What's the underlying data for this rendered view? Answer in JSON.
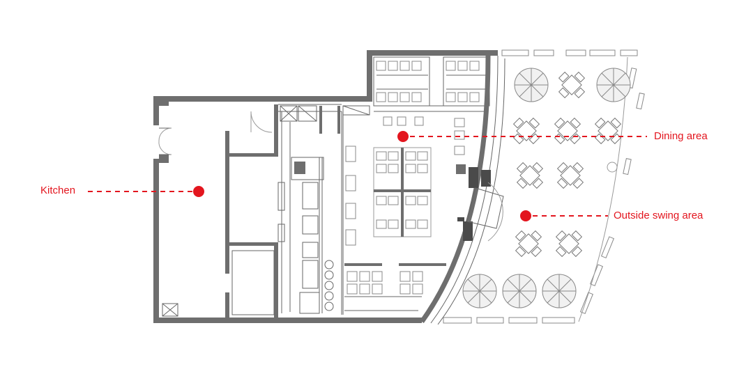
{
  "colors": {
    "annotation": "#e3151e",
    "wall": "#6e6e6e",
    "line": "#666666",
    "light_line": "#999999",
    "background": "#ffffff"
  },
  "labels": {
    "kitchen": "Kitchen",
    "dining": "Dining area",
    "outside_swing": "Outside swing area"
  }
}
